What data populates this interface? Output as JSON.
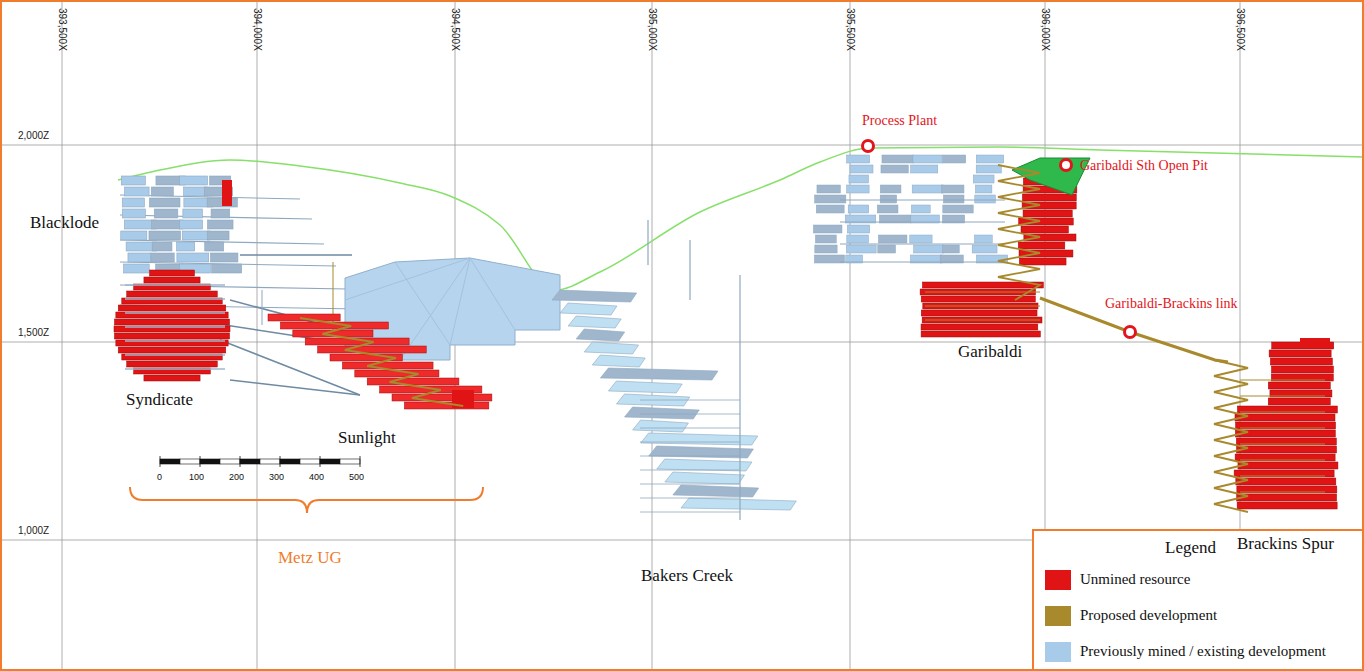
{
  "diagram": {
    "labels": [
      "393,500X",
      "394,000X",
      "394,500X",
      "395,000X",
      "395,500X",
      "396,000X",
      "396,500X",
      "2,000Z",
      "1,500Z",
      "1,000Z",
      "Blacklode",
      "Syndicate",
      "Sunlight",
      "Metz UG",
      "Bakers Creek",
      "Process Plant",
      "Garibaldi Sth Open Pit",
      "Garibaldi",
      "Garibaldi-Brackins link",
      "Brackins Spur",
      "0",
      "100",
      "200",
      "300",
      "400",
      "500",
      "Legend"
    ],
    "legend": [
      {
        "text": "Unmined resource",
        "color": "#e01414"
      },
      {
        "text": "Proposed development",
        "color": "#a88a2c"
      },
      {
        "text": "Previously mined / existing development",
        "color": "#a9cbea"
      }
    ]
  }
}
